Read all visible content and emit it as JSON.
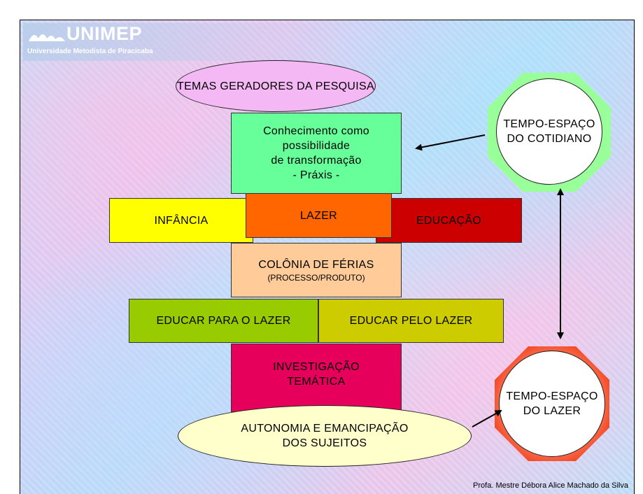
{
  "logo": {
    "name": "UNIMEP",
    "subtitle": "Universidade Metodista de Piracicaba",
    "icon": "unimep-logo-icon"
  },
  "nodes": {
    "temas": "TEMAS GERADORES DA PESQUISA",
    "conhecimento": [
      "Conhecimento como",
      "possibilidade",
      "de transformação",
      "- Práxis -"
    ],
    "infancia": "INFÂNCIA",
    "lazer": "LAZER",
    "educacao": "EDUCAÇÃO",
    "colonia": "COLÔNIA DE FÉRIAS",
    "colonia_sub": "(PROCESSO/PRODUTO)",
    "educar_para": "EDUCAR PARA O LAZER",
    "educar_pelo": "EDUCAR PELO LAZER",
    "investigacao": [
      "INVESTIGAÇÃO",
      "TEMÁTICA"
    ],
    "autonomia": [
      "AUTONOMIA E EMANCIPAÇÃO",
      "DOS SUJEITOS"
    ],
    "tempo_cotidiano": [
      "TEMPO-ESPAÇO",
      "DO COTIDIANO"
    ],
    "tempo_lazer": [
      "TEMPO-ESPAÇO",
      "DO LAZER"
    ]
  },
  "footer": "Profa. Mestre Débora Alice Machado da Silva",
  "colors": {
    "temas": "#f4b8f4",
    "conhecimento": "#66ff99",
    "infancia": "#ffff00",
    "lazer": "#ff6600",
    "educacao": "#cc0000",
    "colonia": "#ffcc99",
    "educar_para": "#99cc00",
    "educar_pelo": "#cccc00",
    "investigacao": "#e6005c",
    "autonomia": "#ffffcc",
    "circle_cotidiano_ring": "#99ff99",
    "circle_lazer_fill": "#ff5533"
  }
}
